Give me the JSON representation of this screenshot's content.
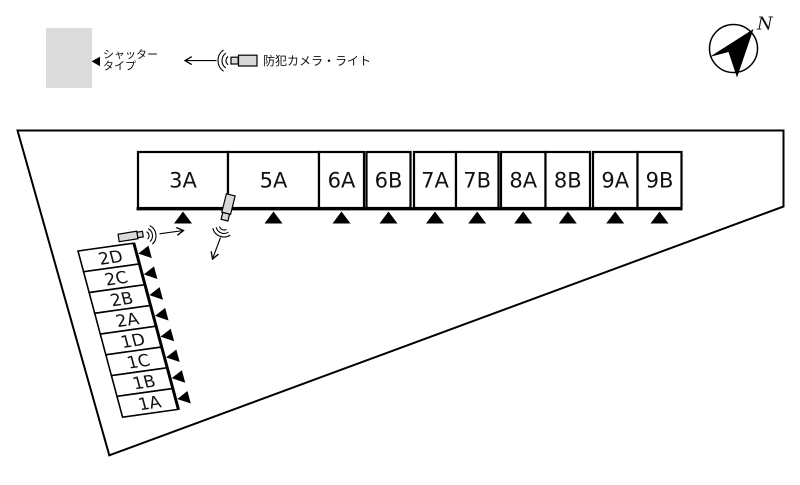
{
  "legend": {
    "shutter_label_line1": "シャッター",
    "shutter_label_line2": "タイプ",
    "camera_label": "防犯カメラ・ライト"
  },
  "compass": {
    "north_label": "N"
  },
  "units": {
    "top_row": [
      "3A",
      "5A",
      "6A",
      "6B",
      "7A",
      "7B",
      "8A",
      "8B",
      "9A",
      "9B"
    ],
    "left_column": [
      "2D",
      "2C",
      "2B",
      "2A",
      "1D",
      "1C",
      "1B",
      "1A"
    ]
  },
  "colors": {
    "outline": "#000000",
    "unit_fill": "#ffffff",
    "swatch_gray": "#dcdcdc",
    "camera_gray": "#d9d9d9",
    "background": "#ffffff"
  }
}
